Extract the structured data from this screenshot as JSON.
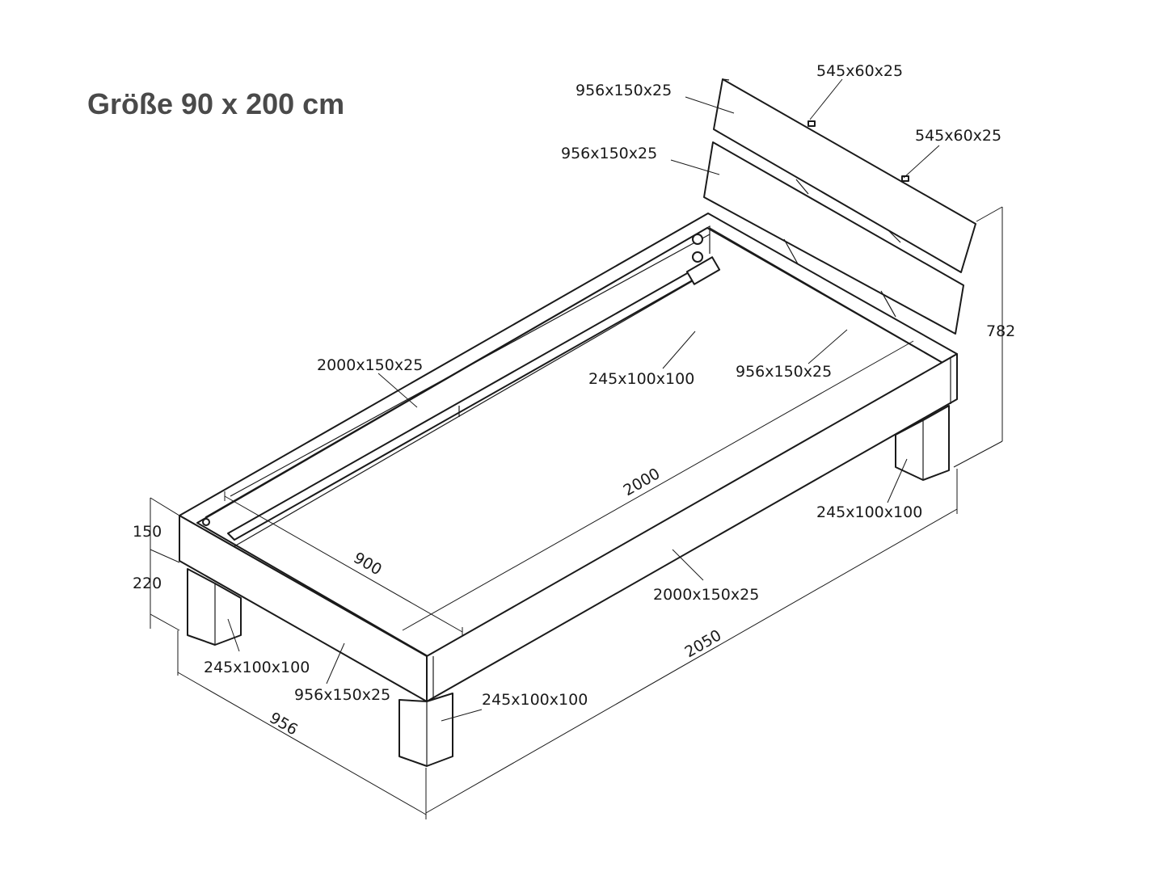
{
  "title": "Größe 90 x 200 cm",
  "labels": {
    "headboard_upper_board": "956x150x25",
    "headboard_lower_board": "956x150x25",
    "headboard_rail_left": "545x60x25",
    "headboard_rail_right": "545x60x25",
    "side_rail_back": "2000x150x25",
    "side_rail_front": "2000x150x25",
    "head_rail": "956x150x25",
    "foot_rail": "956x150x25",
    "leg_back_left": "245x100x100",
    "leg_back_right": "245x100x100",
    "leg_front_left": "245x100x100",
    "leg_front_right": "245x100x100"
  },
  "dimensions": {
    "inner_length": "2000",
    "inner_width": "900",
    "outer_length": "2050",
    "outer_width": "956",
    "rail_height": "150",
    "leg_clearance": "220",
    "headboard_height": "782"
  }
}
